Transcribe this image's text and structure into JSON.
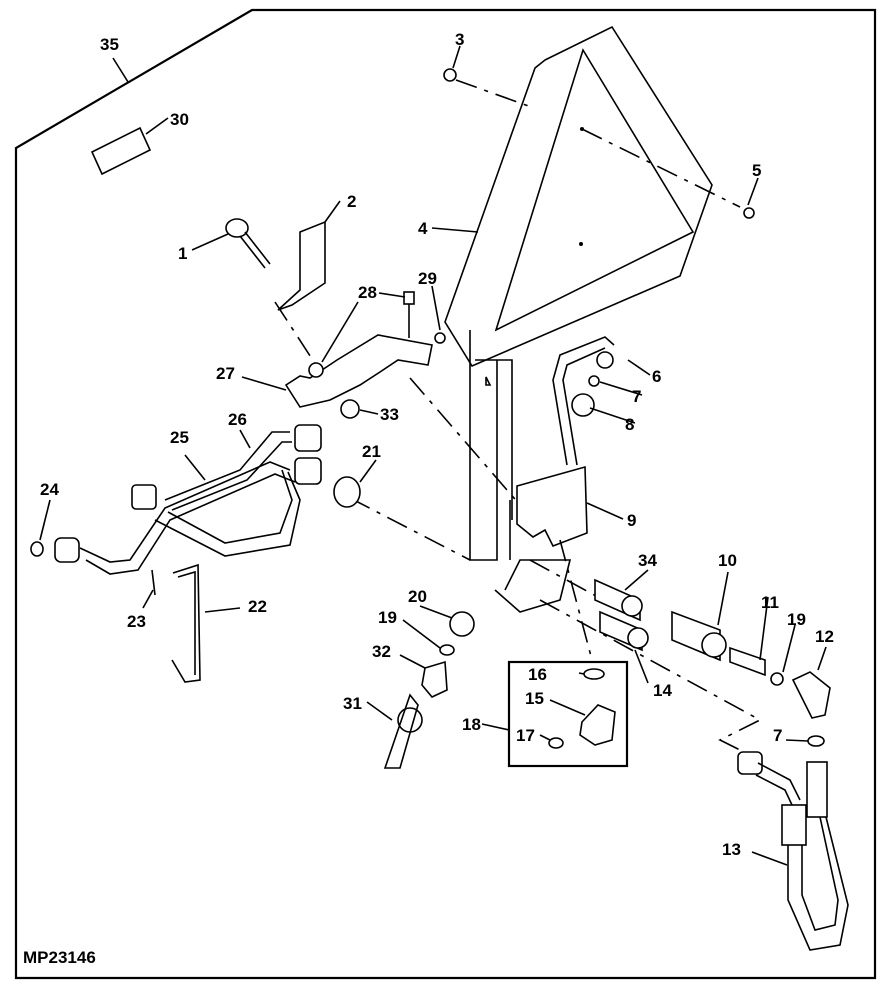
{
  "figure": {
    "id": "MP23146",
    "type": "exploded parts diagram",
    "callouts": [
      {
        "num": "1"
      },
      {
        "num": "2"
      },
      {
        "num": "3"
      },
      {
        "num": "4"
      },
      {
        "num": "5"
      },
      {
        "num": "6"
      },
      {
        "num": "7"
      },
      {
        "num": "8"
      },
      {
        "num": "9"
      },
      {
        "num": "10"
      },
      {
        "num": "11"
      },
      {
        "num": "12"
      },
      {
        "num": "13"
      },
      {
        "num": "14"
      },
      {
        "num": "15"
      },
      {
        "num": "16"
      },
      {
        "num": "17"
      },
      {
        "num": "18"
      },
      {
        "num": "19"
      },
      {
        "num": "20"
      },
      {
        "num": "21"
      },
      {
        "num": "22"
      },
      {
        "num": "23"
      },
      {
        "num": "24"
      },
      {
        "num": "25"
      },
      {
        "num": "26"
      },
      {
        "num": "27"
      },
      {
        "num": "28"
      },
      {
        "num": "29"
      },
      {
        "num": "30"
      },
      {
        "num": "31"
      },
      {
        "num": "32"
      },
      {
        "num": "33"
      },
      {
        "num": "34"
      },
      {
        "num": "35"
      },
      {
        "num": "7",
        "note": "second instance"
      },
      {
        "num": "19",
        "note": "second instance"
      }
    ]
  }
}
